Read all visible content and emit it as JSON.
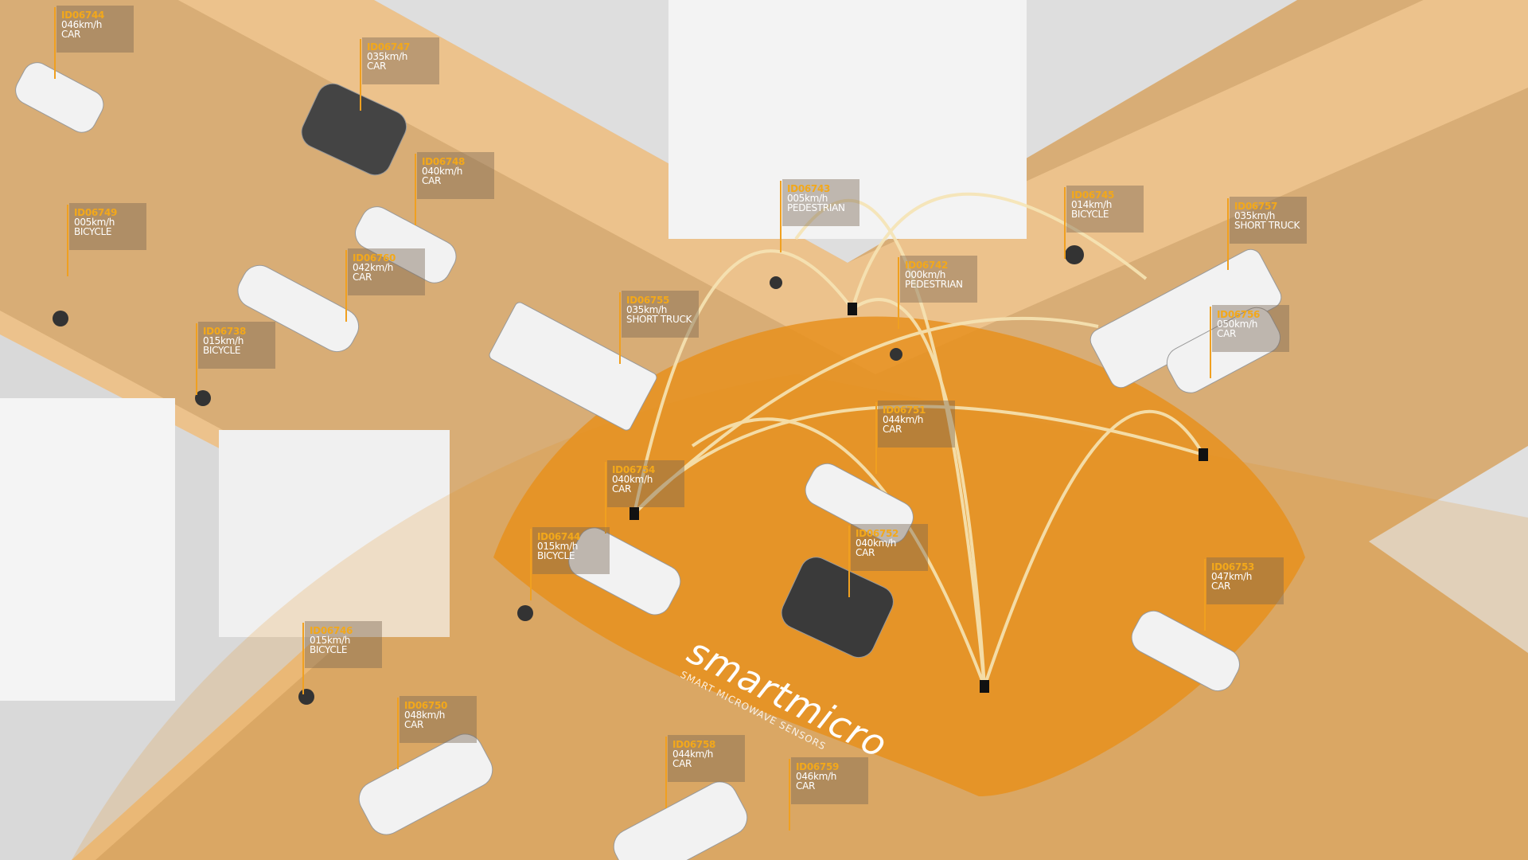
{
  "labels": [
    {
      "id": "ID06744",
      "speed": "046km/h",
      "type": "CAR"
    },
    {
      "id": "ID06747",
      "speed": "035km/h",
      "type": "CAR"
    },
    {
      "id": "ID06748",
      "speed": "040km/h",
      "type": "CAR"
    },
    {
      "id": "ID06749",
      "speed": "005km/h",
      "type": "BICYCLE"
    },
    {
      "id": "ID06760",
      "speed": "042km/h",
      "type": "CAR"
    },
    {
      "id": "ID06738",
      "speed": "015km/h",
      "type": "BICYCLE"
    },
    {
      "id": "ID06743",
      "speed": "005km/h",
      "type": "PEDESTRIAN"
    },
    {
      "id": "ID06745",
      "speed": "014km/h",
      "type": "BICYCLE"
    },
    {
      "id": "ID06757",
      "speed": "035km/h",
      "type": "SHORT TRUCK"
    },
    {
      "id": "ID06742",
      "speed": "000km/h",
      "type": "PEDESTRIAN"
    },
    {
      "id": "ID06755",
      "speed": "035km/h",
      "type": "SHORT TRUCK"
    },
    {
      "id": "ID06756",
      "speed": "050km/h",
      "type": "CAR"
    },
    {
      "id": "ID06751",
      "speed": "044km/h",
      "type": "CAR"
    },
    {
      "id": "ID06754",
      "speed": "040km/h",
      "type": "CAR"
    },
    {
      "id": "ID06744",
      "speed": "015km/h",
      "type": "BICYCLE"
    },
    {
      "id": "ID06752",
      "speed": "040km/h",
      "type": "CAR"
    },
    {
      "id": "ID06753",
      "speed": "047km/h",
      "type": "CAR"
    },
    {
      "id": "ID06746",
      "speed": "015km/h",
      "type": "BICYCLE"
    },
    {
      "id": "ID06750",
      "speed": "048km/h",
      "type": "CAR"
    },
    {
      "id": "ID06758",
      "speed": "044km/h",
      "type": "CAR"
    },
    {
      "id": "ID06759",
      "speed": "046km/h",
      "type": "CAR"
    }
  ],
  "logo": {
    "name": "smartmicro",
    "tagline": "SMART MICROWAVE SENSORS"
  },
  "colors": {
    "road": "#d8ad76",
    "sidewalk": "#ecc28c",
    "building": "#dcdcdc",
    "radar": "#e8901e",
    "beam": "#f6e4b4",
    "label_id": "#f3a81a"
  }
}
